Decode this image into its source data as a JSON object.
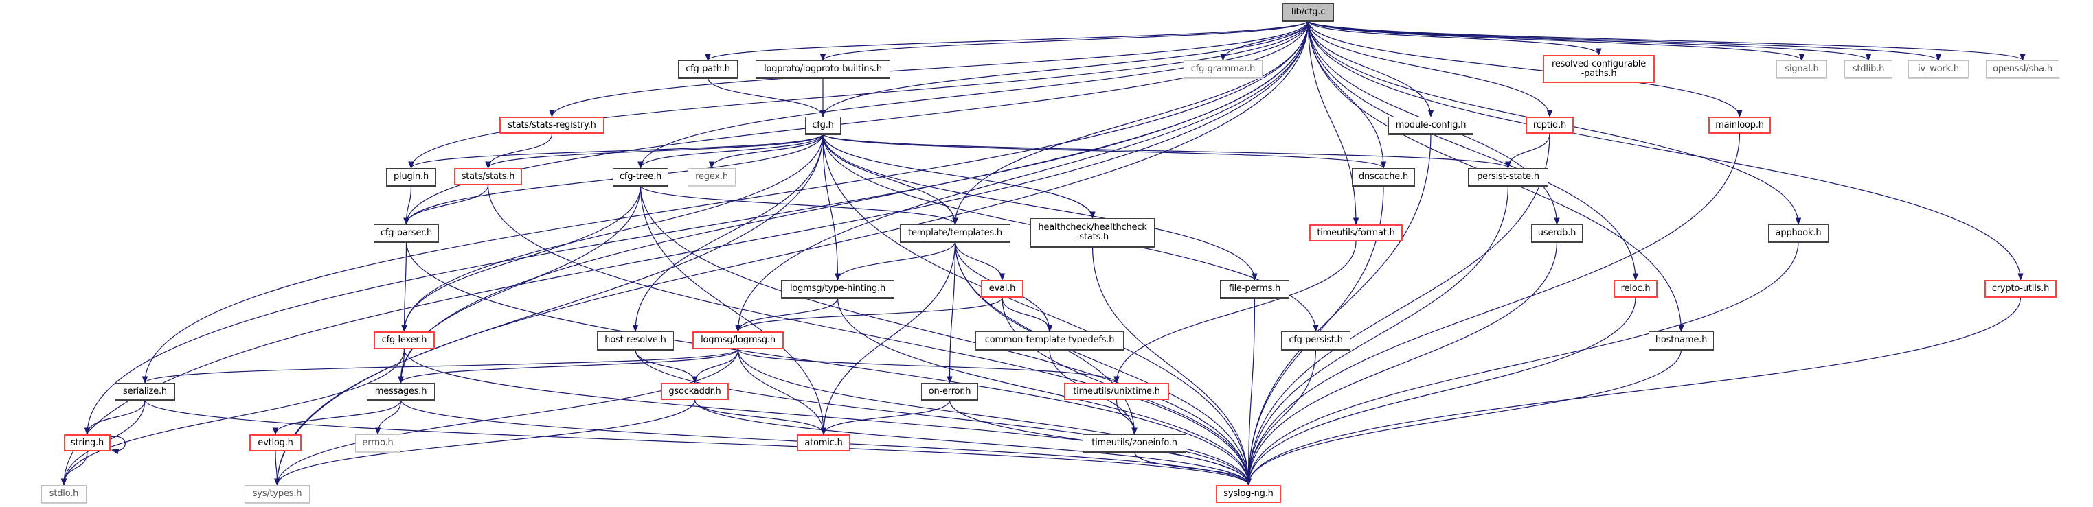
{
  "title": "lib/cfg.c include dependency graph",
  "colors": {
    "edge": "#191970",
    "normal_border": "#404040",
    "incomplete_border": "#ff4040",
    "external_border": "#bfbfbf",
    "root_fill": "#bfbfbf"
  },
  "nodes": [
    {
      "id": "cfg_c",
      "label": "lib/cfg.c",
      "kind": "root"
    },
    {
      "id": "cfg_path",
      "label": "cfg-path.h",
      "kind": "normal"
    },
    {
      "id": "logproto",
      "label": "logproto/logproto-builtins.h",
      "kind": "normal"
    },
    {
      "id": "cfg_grammar",
      "label": "cfg-grammar.h",
      "kind": "gray"
    },
    {
      "id": "resolved",
      "label": "resolved-configurable\n-paths.h",
      "kind": "red"
    },
    {
      "id": "signal",
      "label": "signal.h",
      "kind": "gray"
    },
    {
      "id": "stdlib",
      "label": "stdlib.h",
      "kind": "gray"
    },
    {
      "id": "iv_work",
      "label": "iv_work.h",
      "kind": "gray"
    },
    {
      "id": "openssl",
      "label": "openssl/sha.h",
      "kind": "gray"
    },
    {
      "id": "stats_registry",
      "label": "stats/stats-registry.h",
      "kind": "red"
    },
    {
      "id": "cfg_h",
      "label": "cfg.h",
      "kind": "normal"
    },
    {
      "id": "module_config",
      "label": "module-config.h",
      "kind": "normal"
    },
    {
      "id": "rcptid",
      "label": "rcptid.h",
      "kind": "red"
    },
    {
      "id": "mainloop",
      "label": "mainloop.h",
      "kind": "red"
    },
    {
      "id": "plugin",
      "label": "plugin.h",
      "kind": "normal"
    },
    {
      "id": "stats",
      "label": "stats/stats.h",
      "kind": "red"
    },
    {
      "id": "cfg_tree",
      "label": "cfg-tree.h",
      "kind": "normal"
    },
    {
      "id": "regex",
      "label": "regex.h",
      "kind": "gray"
    },
    {
      "id": "dnscache",
      "label": "dnscache.h",
      "kind": "normal"
    },
    {
      "id": "persist_state",
      "label": "persist-state.h",
      "kind": "normal"
    },
    {
      "id": "cfg_parser",
      "label": "cfg-parser.h",
      "kind": "normal"
    },
    {
      "id": "templates",
      "label": "template/templates.h",
      "kind": "normal"
    },
    {
      "id": "healthcheck",
      "label": "healthcheck/healthcheck\n-stats.h",
      "kind": "normal"
    },
    {
      "id": "tu_format",
      "label": "timeutils/format.h",
      "kind": "red"
    },
    {
      "id": "userdb",
      "label": "userdb.h",
      "kind": "normal"
    },
    {
      "id": "apphook",
      "label": "apphook.h",
      "kind": "normal"
    },
    {
      "id": "type_hinting",
      "label": "logmsg/type-hinting.h",
      "kind": "normal"
    },
    {
      "id": "eval",
      "label": "eval.h",
      "kind": "red"
    },
    {
      "id": "file_perms",
      "label": "file-perms.h",
      "kind": "normal"
    },
    {
      "id": "reloc",
      "label": "reloc.h",
      "kind": "red"
    },
    {
      "id": "crypto_utils",
      "label": "crypto-utils.h",
      "kind": "red"
    },
    {
      "id": "cfg_lexer",
      "label": "cfg-lexer.h",
      "kind": "red"
    },
    {
      "id": "host_resolve",
      "label": "host-resolve.h",
      "kind": "normal"
    },
    {
      "id": "logmsg",
      "label": "logmsg/logmsg.h",
      "kind": "red"
    },
    {
      "id": "common_tt",
      "label": "common-template-typedefs.h",
      "kind": "normal"
    },
    {
      "id": "cfg_persist",
      "label": "cfg-persist.h",
      "kind": "normal"
    },
    {
      "id": "hostname",
      "label": "hostname.h",
      "kind": "normal"
    },
    {
      "id": "serialize",
      "label": "serialize.h",
      "kind": "normal"
    },
    {
      "id": "messages",
      "label": "messages.h",
      "kind": "normal"
    },
    {
      "id": "gsockaddr",
      "label": "gsockaddr.h",
      "kind": "red"
    },
    {
      "id": "on_error",
      "label": "on-error.h",
      "kind": "normal"
    },
    {
      "id": "tu_unixtime",
      "label": "timeutils/unixtime.h",
      "kind": "red"
    },
    {
      "id": "string",
      "label": "string.h",
      "kind": "red"
    },
    {
      "id": "evtlog",
      "label": "evtlog.h",
      "kind": "red"
    },
    {
      "id": "errno",
      "label": "errno.h",
      "kind": "gray"
    },
    {
      "id": "atomic",
      "label": "atomic.h",
      "kind": "red"
    },
    {
      "id": "tu_zoneinfo",
      "label": "timeutils/zoneinfo.h",
      "kind": "normal"
    },
    {
      "id": "stdio",
      "label": "stdio.h",
      "kind": "gray"
    },
    {
      "id": "sys_types",
      "label": "sys/types.h",
      "kind": "gray"
    },
    {
      "id": "syslog_ng",
      "label": "syslog-ng.h",
      "kind": "red"
    }
  ],
  "edges": [
    [
      "cfg_c",
      "stdio"
    ],
    [
      "cfg_c",
      "string"
    ],
    [
      "cfg_c",
      "serialize"
    ],
    [
      "cfg_c",
      "sys_types"
    ],
    [
      "cfg_c",
      "messages"
    ],
    [
      "cfg_c",
      "cfg_parser"
    ],
    [
      "cfg_c",
      "plugin"
    ],
    [
      "cfg_c",
      "stats_registry"
    ],
    [
      "cfg_c",
      "cfg_tree"
    ],
    [
      "cfg_c",
      "cfg_path"
    ],
    [
      "cfg_c",
      "logproto"
    ],
    [
      "cfg_c",
      "cfg_h"
    ],
    [
      "cfg_c",
      "cfg_grammar"
    ],
    [
      "cfg_c",
      "logmsg"
    ],
    [
      "cfg_c",
      "templates"
    ],
    [
      "cfg_c",
      "tu_format"
    ],
    [
      "cfg_c",
      "dnscache"
    ],
    [
      "cfg_c",
      "module_config"
    ],
    [
      "cfg_c",
      "resolved"
    ],
    [
      "cfg_c",
      "userdb"
    ],
    [
      "cfg_c",
      "rcptid"
    ],
    [
      "cfg_c",
      "reloc"
    ],
    [
      "cfg_c",
      "hostname"
    ],
    [
      "cfg_c",
      "mainloop"
    ],
    [
      "cfg_c",
      "apphook"
    ],
    [
      "cfg_c",
      "signal"
    ],
    [
      "cfg_c",
      "stdlib"
    ],
    [
      "cfg_c",
      "iv_work"
    ],
    [
      "cfg_c",
      "openssl"
    ],
    [
      "cfg_c",
      "crypto_utils"
    ],
    [
      "cfg_path",
      "cfg_h"
    ],
    [
      "logproto",
      "cfg_h"
    ],
    [
      "stats_registry",
      "stats"
    ],
    [
      "cfg_h",
      "plugin"
    ],
    [
      "cfg_h",
      "stats"
    ],
    [
      "cfg_h",
      "cfg_parser"
    ],
    [
      "cfg_h",
      "cfg_lexer"
    ],
    [
      "cfg_h",
      "cfg_tree"
    ],
    [
      "cfg_h",
      "regex"
    ],
    [
      "cfg_h",
      "host_resolve"
    ],
    [
      "cfg_h",
      "templates"
    ],
    [
      "cfg_h",
      "type_hinting"
    ],
    [
      "cfg_h",
      "healthcheck"
    ],
    [
      "cfg_h",
      "file_perms"
    ],
    [
      "cfg_h",
      "cfg_persist"
    ],
    [
      "cfg_h",
      "dnscache"
    ],
    [
      "cfg_h",
      "persist_state"
    ],
    [
      "cfg_h",
      "syslog_ng"
    ],
    [
      "cfg_h",
      "sys_types"
    ],
    [
      "module_config",
      "syslog_ng"
    ],
    [
      "rcptid",
      "persist_state"
    ],
    [
      "rcptid",
      "syslog_ng"
    ],
    [
      "mainloop",
      "syslog_ng"
    ],
    [
      "plugin",
      "cfg_parser"
    ],
    [
      "stats",
      "cfg_parser"
    ],
    [
      "stats",
      "syslog_ng"
    ],
    [
      "cfg_tree",
      "templates"
    ],
    [
      "cfg_tree",
      "cfg_lexer"
    ],
    [
      "cfg_tree",
      "messages"
    ],
    [
      "cfg_tree",
      "atomic"
    ],
    [
      "cfg_tree",
      "syslog_ng"
    ],
    [
      "dnscache",
      "syslog_ng"
    ],
    [
      "persist_state",
      "syslog_ng"
    ],
    [
      "cfg_parser",
      "cfg_lexer"
    ],
    [
      "cfg_parser",
      "syslog_ng"
    ],
    [
      "templates",
      "type_hinting"
    ],
    [
      "templates",
      "eval"
    ],
    [
      "templates",
      "common_tt"
    ],
    [
      "templates",
      "on_error"
    ],
    [
      "templates",
      "atomic"
    ],
    [
      "templates",
      "tu_zoneinfo"
    ],
    [
      "templates",
      "syslog_ng"
    ],
    [
      "healthcheck",
      "syslog_ng"
    ],
    [
      "tu_format",
      "tu_unixtime"
    ],
    [
      "userdb",
      "syslog_ng"
    ],
    [
      "apphook",
      "syslog_ng"
    ],
    [
      "type_hinting",
      "logmsg"
    ],
    [
      "type_hinting",
      "syslog_ng"
    ],
    [
      "eval",
      "logmsg"
    ],
    [
      "eval",
      "common_tt"
    ],
    [
      "eval",
      "syslog_ng"
    ],
    [
      "file_perms",
      "syslog_ng"
    ],
    [
      "reloc",
      "syslog_ng"
    ],
    [
      "crypto_utils",
      "syslog_ng"
    ],
    [
      "cfg_lexer",
      "messages"
    ],
    [
      "cfg_lexer",
      "stdio"
    ],
    [
      "cfg_lexer",
      "syslog_ng"
    ],
    [
      "host_resolve",
      "gsockaddr"
    ],
    [
      "host_resolve",
      "syslog_ng"
    ],
    [
      "logmsg",
      "serialize"
    ],
    [
      "logmsg",
      "messages"
    ],
    [
      "logmsg",
      "gsockaddr"
    ],
    [
      "logmsg",
      "atomic"
    ],
    [
      "logmsg",
      "tu_unixtime"
    ],
    [
      "logmsg",
      "sys_types"
    ],
    [
      "logmsg",
      "syslog_ng"
    ],
    [
      "common_tt",
      "tu_zoneinfo"
    ],
    [
      "cfg_persist",
      "syslog_ng"
    ],
    [
      "hostname",
      "syslog_ng"
    ],
    [
      "serialize",
      "string"
    ],
    [
      "serialize",
      "stdio"
    ],
    [
      "serialize",
      "syslog_ng"
    ],
    [
      "messages",
      "evtlog"
    ],
    [
      "messages",
      "errno"
    ],
    [
      "messages",
      "syslog_ng"
    ],
    [
      "gsockaddr",
      "atomic"
    ],
    [
      "gsockaddr",
      "sys_types"
    ],
    [
      "gsockaddr",
      "syslog_ng"
    ],
    [
      "on_error",
      "atomic"
    ],
    [
      "on_error",
      "syslog_ng"
    ],
    [
      "tu_unixtime",
      "tu_zoneinfo"
    ],
    [
      "string",
      "string"
    ],
    [
      "string",
      "stdio"
    ],
    [
      "evtlog",
      "sys_types"
    ],
    [
      "tu_zoneinfo",
      "syslog_ng"
    ]
  ]
}
